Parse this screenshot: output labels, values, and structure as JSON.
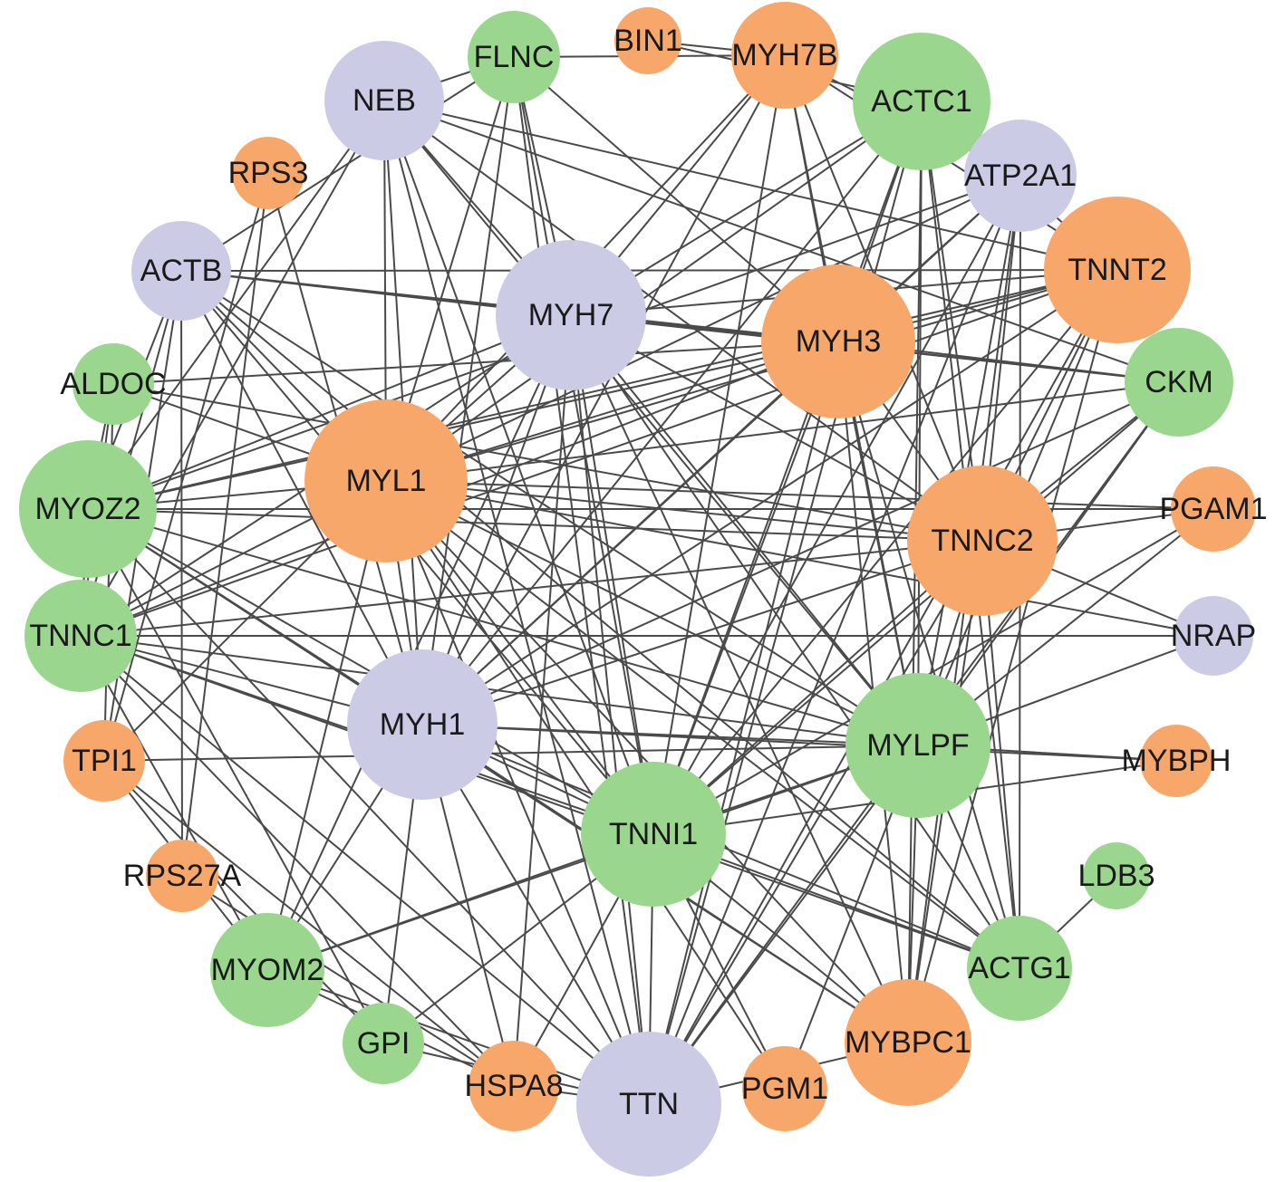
{
  "colors": {
    "orange": "#f8a76b",
    "green": "#9bd68f",
    "lavender": "#cbcbe6",
    "edge": "#4a4a4a"
  },
  "nodes": [
    {
      "id": "BIN1",
      "label": "BIN1",
      "color": "orange"
    },
    {
      "id": "MYH7B",
      "label": "MYH7B",
      "color": "orange"
    },
    {
      "id": "ACTC1",
      "label": "ACTC1",
      "color": "green"
    },
    {
      "id": "ATP2A1",
      "label": "ATP2A1",
      "color": "lavender"
    },
    {
      "id": "TNNT2",
      "label": "TNNT2",
      "color": "orange"
    },
    {
      "id": "CKM",
      "label": "CKM",
      "color": "green"
    },
    {
      "id": "PGAM1",
      "label": "PGAM1",
      "color": "orange"
    },
    {
      "id": "NRAP",
      "label": "NRAP",
      "color": "lavender"
    },
    {
      "id": "MYBPH",
      "label": "MYBPH",
      "color": "orange"
    },
    {
      "id": "LDB3",
      "label": "LDB3",
      "color": "green"
    },
    {
      "id": "ACTG1",
      "label": "ACTG1",
      "color": "green"
    },
    {
      "id": "MYBPC1",
      "label": "MYBPC1",
      "color": "orange"
    },
    {
      "id": "PGM1",
      "label": "PGM1",
      "color": "orange"
    },
    {
      "id": "TTN",
      "label": "TTN",
      "color": "lavender"
    },
    {
      "id": "HSPA8",
      "label": "HSPA8",
      "color": "orange"
    },
    {
      "id": "GPI",
      "label": "GPI",
      "color": "green"
    },
    {
      "id": "MYOM2",
      "label": "MYOM2",
      "color": "green"
    },
    {
      "id": "RPS27A",
      "label": "RPS27A",
      "color": "orange"
    },
    {
      "id": "TPI1",
      "label": "TPI1",
      "color": "orange"
    },
    {
      "id": "TNNC1",
      "label": "TNNC1",
      "color": "green"
    },
    {
      "id": "MYOZ2",
      "label": "MYOZ2",
      "color": "green"
    },
    {
      "id": "ALDOC",
      "label": "ALDOC",
      "color": "green"
    },
    {
      "id": "ACTB",
      "label": "ACTB",
      "color": "lavender"
    },
    {
      "id": "RPS3",
      "label": "RPS3",
      "color": "orange"
    },
    {
      "id": "NEB",
      "label": "NEB",
      "color": "lavender"
    },
    {
      "id": "FLNC",
      "label": "FLNC",
      "color": "green"
    },
    {
      "id": "MYH7",
      "label": "MYH7",
      "color": "lavender"
    },
    {
      "id": "MYH3",
      "label": "MYH3",
      "color": "orange"
    },
    {
      "id": "MYL1",
      "label": "MYL1",
      "color": "orange"
    },
    {
      "id": "TNNC2",
      "label": "TNNC2",
      "color": "orange"
    },
    {
      "id": "MYH1",
      "label": "MYH1",
      "color": "lavender"
    },
    {
      "id": "MYLPF",
      "label": "MYLPF",
      "color": "green"
    },
    {
      "id": "TNNI1",
      "label": "TNNI1",
      "color": "green"
    }
  ],
  "edges": [
    [
      "BIN1",
      "MYH7B"
    ],
    [
      "BIN1",
      "ACTC1"
    ],
    [
      "FLNC",
      "MYH7B"
    ],
    [
      "FLNC",
      "NEB"
    ],
    [
      "FLNC",
      "ACTB"
    ],
    [
      "FLNC",
      "MYH7"
    ],
    [
      "FLNC",
      "MYH3"
    ],
    [
      "FLNC",
      "MYL1"
    ],
    [
      "FLNC",
      "MYH1"
    ],
    [
      "FLNC",
      "TNNI1"
    ],
    [
      "FLNC",
      "TTN"
    ],
    [
      "NEB",
      "TNNT2"
    ],
    [
      "NEB",
      "CKM"
    ],
    [
      "NEB",
      "MYH7"
    ],
    [
      "NEB",
      "MYL1"
    ],
    [
      "NEB",
      "MYH1"
    ],
    [
      "NEB",
      "TNNC2"
    ],
    [
      "NEB",
      "MYLPF"
    ],
    [
      "NEB",
      "TNNI1"
    ],
    [
      "NEB",
      "MYOZ2"
    ],
    [
      "NEB",
      "TNNC1"
    ],
    [
      "NEB",
      "TTN"
    ],
    [
      "MYH7B",
      "MYH7"
    ],
    [
      "MYH7B",
      "MYH3"
    ],
    [
      "MYH7B",
      "MYL1"
    ],
    [
      "MYH7B",
      "TNNC2"
    ],
    [
      "MYH7B",
      "MYLPF"
    ],
    [
      "MYH7B",
      "TNNI1"
    ],
    [
      "MYH7B",
      "MYH1"
    ],
    [
      "MYH7B",
      "TNNT2"
    ],
    [
      "MYH7B",
      "ATP2A1"
    ],
    [
      "ACTC1",
      "MYH7"
    ],
    [
      "ACTC1",
      "MYH3"
    ],
    [
      "ACTC1",
      "MYL1"
    ],
    [
      "ACTC1",
      "TNNC2"
    ],
    [
      "ACTC1",
      "MYH1"
    ],
    [
      "ACTC1",
      "MYLPF"
    ],
    [
      "ACTC1",
      "TNNI1"
    ],
    [
      "ACTC1",
      "TTN"
    ],
    [
      "ACTC1",
      "ACTG1"
    ],
    [
      "ACTC1",
      "MYBPC1"
    ],
    [
      "ACTC1",
      "TNNT2"
    ],
    [
      "ATP2A1",
      "MYH3"
    ],
    [
      "ATP2A1",
      "MYL1"
    ],
    [
      "ATP2A1",
      "TNNC2"
    ],
    [
      "ATP2A1",
      "MYLPF"
    ],
    [
      "ATP2A1",
      "TNNI1"
    ],
    [
      "ATP2A1",
      "MYH1"
    ],
    [
      "ATP2A1",
      "MYOZ2"
    ],
    [
      "ATP2A1",
      "TTN"
    ],
    [
      "ATP2A1",
      "ACTG1"
    ],
    [
      "ATP2A1",
      "MYBPC1"
    ],
    [
      "TNNT2",
      "MYH7"
    ],
    [
      "TNNT2",
      "MYH3"
    ],
    [
      "TNNT2",
      "MYL1"
    ],
    [
      "TNNT2",
      "TNNC2"
    ],
    [
      "TNNT2",
      "MYLPF"
    ],
    [
      "TNNT2",
      "TNNI1"
    ],
    [
      "TNNT2",
      "MYH1"
    ],
    [
      "TNNT2",
      "TNNC1"
    ],
    [
      "TNNT2",
      "ACTB"
    ],
    [
      "TNNT2",
      "MYOZ2"
    ],
    [
      "TNNT2",
      "TTN"
    ],
    [
      "TNNT2",
      "MYBPC1"
    ],
    [
      "CKM",
      "MYH7"
    ],
    [
      "CKM",
      "MYH3"
    ],
    [
      "CKM",
      "MYL1"
    ],
    [
      "CKM",
      "TNNC2"
    ],
    [
      "CKM",
      "MYLPF"
    ],
    [
      "CKM",
      "TNNI1"
    ],
    [
      "CKM",
      "MYH1"
    ],
    [
      "CKM",
      "TTN"
    ],
    [
      "PGAM1",
      "TNNC2"
    ],
    [
      "PGAM1",
      "MYL1"
    ],
    [
      "PGAM1",
      "MYLPF"
    ],
    [
      "PGAM1",
      "TNNI1"
    ],
    [
      "NRAP",
      "TNNC2"
    ],
    [
      "NRAP",
      "MYL1"
    ],
    [
      "NRAP",
      "MYLPF"
    ],
    [
      "MYBPH",
      "MYLPF"
    ],
    [
      "MYBPH",
      "TNNI1"
    ],
    [
      "MYBPH",
      "MYH1"
    ],
    [
      "LDB3",
      "ACTG1"
    ],
    [
      "ACTG1",
      "MYH7"
    ],
    [
      "ACTG1",
      "MYH3"
    ],
    [
      "ACTG1",
      "TNNC2"
    ],
    [
      "ACTG1",
      "MYL1"
    ],
    [
      "ACTG1",
      "MYH1"
    ],
    [
      "ACTG1",
      "MYLPF"
    ],
    [
      "ACTG1",
      "TNNI1"
    ],
    [
      "ACTG1",
      "ACTB"
    ],
    [
      "ACTG1",
      "TNNC1"
    ],
    [
      "MYBPC1",
      "MYH7"
    ],
    [
      "MYBPC1",
      "MYH3"
    ],
    [
      "MYBPC1",
      "TNNC2"
    ],
    [
      "MYBPC1",
      "MYL1"
    ],
    [
      "MYBPC1",
      "MYH1"
    ],
    [
      "MYBPC1",
      "MYLPF"
    ],
    [
      "MYBPC1",
      "TNNI1"
    ],
    [
      "MYBPC1",
      "TTN"
    ],
    [
      "MYBPC1",
      "MYOZ2"
    ],
    [
      "PGM1",
      "MYLPF"
    ],
    [
      "PGM1",
      "TNNI1"
    ],
    [
      "PGM1",
      "MYL1"
    ],
    [
      "TTN",
      "MYH7"
    ],
    [
      "TTN",
      "MYH3"
    ],
    [
      "TTN",
      "MYL1"
    ],
    [
      "TTN",
      "TNNC2"
    ],
    [
      "TTN",
      "MYH1"
    ],
    [
      "TTN",
      "MYLPF"
    ],
    [
      "TTN",
      "TNNI1"
    ],
    [
      "TTN",
      "MYOZ2"
    ],
    [
      "TTN",
      "TNNC1"
    ],
    [
      "TTN",
      "MYOM2"
    ],
    [
      "TTN",
      "GPI"
    ],
    [
      "TTN",
      "HSPA8"
    ],
    [
      "HSPA8",
      "MYH1"
    ],
    [
      "HSPA8",
      "TNNI1"
    ],
    [
      "HSPA8",
      "MYH7"
    ],
    [
      "HSPA8",
      "TPI1"
    ],
    [
      "HSPA8",
      "MYOM2"
    ],
    [
      "HSPA8",
      "TNNC1"
    ],
    [
      "GPI",
      "MYH1"
    ],
    [
      "GPI",
      "TNNI1"
    ],
    [
      "GPI",
      "TPI1"
    ],
    [
      "GPI",
      "MYOZ2"
    ],
    [
      "MYOM2",
      "MYH1"
    ],
    [
      "MYOM2",
      "TNNI1"
    ],
    [
      "MYOM2",
      "MYH7"
    ],
    [
      "MYOM2",
      "MYL1"
    ],
    [
      "MYOM2",
      "MYLPF"
    ],
    [
      "MYOM2",
      "TNNC1"
    ],
    [
      "MYOM2",
      "TPI1"
    ],
    [
      "RPS27A",
      "RPS3"
    ],
    [
      "RPS27A",
      "HSPA8"
    ],
    [
      "RPS27A",
      "ACTB"
    ],
    [
      "TPI1",
      "MYL1"
    ],
    [
      "TPI1",
      "MYLPF"
    ],
    [
      "TPI1",
      "ALDOC"
    ],
    [
      "TPI1",
      "ACTB"
    ],
    [
      "TNNC1",
      "MYH7"
    ],
    [
      "TNNC1",
      "MYH3"
    ],
    [
      "TNNC1",
      "MYL1"
    ],
    [
      "TNNC1",
      "TNNC2"
    ],
    [
      "TNNC1",
      "MYH1"
    ],
    [
      "TNNC1",
      "MYLPF"
    ],
    [
      "TNNC1",
      "TNNI1"
    ],
    [
      "TNNC1",
      "ACTB"
    ],
    [
      "TNNC1",
      "MYOZ2"
    ],
    [
      "TNNC1",
      "ALDOC"
    ],
    [
      "TNNC1",
      "NRAP"
    ],
    [
      "MYOZ2",
      "MYH7"
    ],
    [
      "MYOZ2",
      "MYH3"
    ],
    [
      "MYOZ2",
      "MYL1"
    ],
    [
      "MYOZ2",
      "TNNC2"
    ],
    [
      "MYOZ2",
      "MYH1"
    ],
    [
      "MYOZ2",
      "MYLPF"
    ],
    [
      "MYOZ2",
      "TNNI1"
    ],
    [
      "MYOZ2",
      "ACTB"
    ],
    [
      "MYOZ2",
      "ALDOC"
    ],
    [
      "MYOZ2",
      "PGAM1"
    ],
    [
      "ALDOC",
      "MYL1"
    ],
    [
      "ALDOC",
      "TNNC2"
    ],
    [
      "ALDOC",
      "MYH3"
    ],
    [
      "ACTB",
      "MYH7"
    ],
    [
      "ACTB",
      "MYH3"
    ],
    [
      "ACTB",
      "MYL1"
    ],
    [
      "ACTB",
      "MYH1"
    ],
    [
      "ACTB",
      "MYLPF"
    ],
    [
      "ACTB",
      "TNNI1"
    ],
    [
      "ACTB",
      "CKM"
    ],
    [
      "RPS3",
      "MYH1"
    ],
    [
      "RPS3",
      "TPI1"
    ],
    [
      "MYH7",
      "MYH3"
    ],
    [
      "MYH7",
      "MYL1"
    ],
    [
      "MYH7",
      "TNNC2"
    ],
    [
      "MYH7",
      "MYH1"
    ],
    [
      "MYH7",
      "MYLPF"
    ],
    [
      "MYH7",
      "TNNI1"
    ],
    [
      "MYH3",
      "MYL1"
    ],
    [
      "MYH3",
      "TNNC2"
    ],
    [
      "MYH3",
      "MYH1"
    ],
    [
      "MYH3",
      "MYLPF"
    ],
    [
      "MYH3",
      "TNNI1"
    ],
    [
      "MYL1",
      "TNNC2"
    ],
    [
      "MYL1",
      "MYH1"
    ],
    [
      "MYL1",
      "MYLPF"
    ],
    [
      "MYL1",
      "TNNI1"
    ],
    [
      "TNNC2",
      "MYH1"
    ],
    [
      "TNNC2",
      "MYLPF"
    ],
    [
      "TNNC2",
      "TNNI1"
    ],
    [
      "MYH1",
      "MYLPF"
    ],
    [
      "MYH1",
      "TNNI1"
    ],
    [
      "MYLPF",
      "TNNI1"
    ]
  ]
}
